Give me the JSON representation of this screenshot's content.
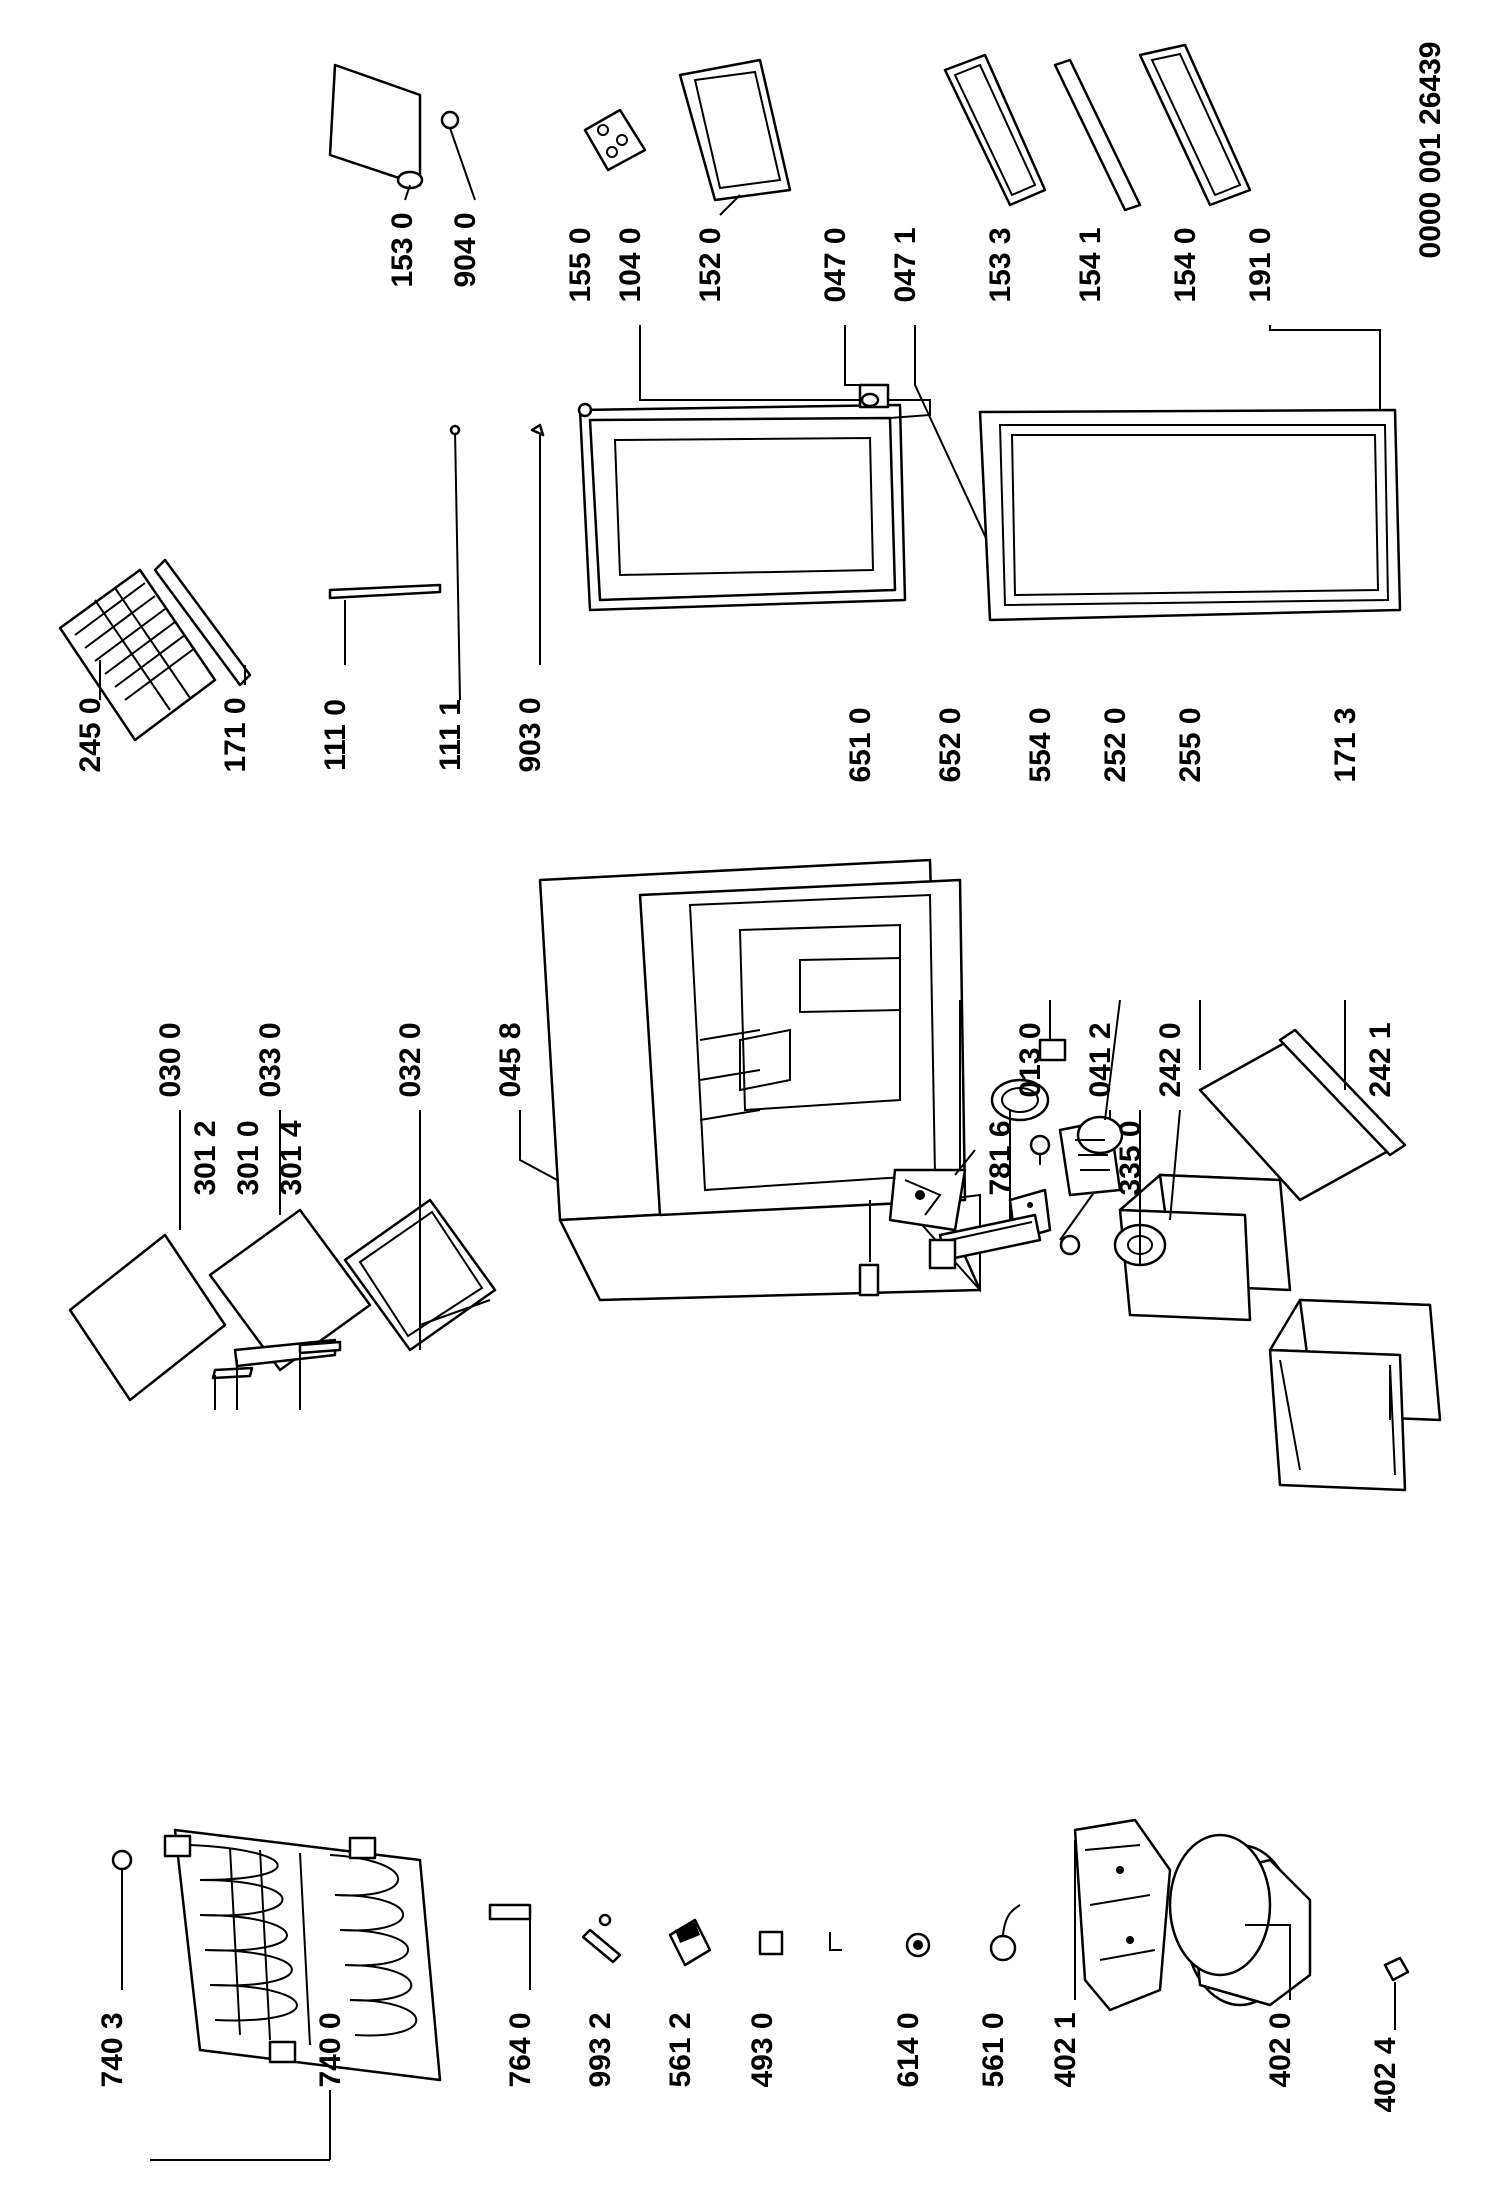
{
  "diagram_code": "0000 001 26439",
  "labels": {
    "l7403": "740 3",
    "l7400": "740 0",
    "l7640": "764 0",
    "l9932": "993 2",
    "l5612": "561 2",
    "l4930": "493 0",
    "l6140": "614 0",
    "l5610": "561 0",
    "l4021": "402 1",
    "l4020": "402 0",
    "l4024": "402 4",
    "l0300": "030 0",
    "l0330": "033 0",
    "l0320": "032 0",
    "l0458": "045 8",
    "l0130": "013 0",
    "l0412": "041 2",
    "l2420": "242 0",
    "l2421": "242 1",
    "l3012": "301 2",
    "l3010": "301 0",
    "l3014": "301 4",
    "l6510": "651 0",
    "l6520": "652 0",
    "l5540": "554 0",
    "l2520": "252 0",
    "l2550": "255 0",
    "l1713": "171 3",
    "l7816": "781 6",
    "l3350": "335 0",
    "l2450": "245 0",
    "l1710": "171 0",
    "l1110": "111 0",
    "l1111": "111 1",
    "l9030": "903 0",
    "l1530": "153 0",
    "l9040": "904 0",
    "l1550": "155 0",
    "l1040": "104 0",
    "l1520": "152 0",
    "l0470": "047 0",
    "l0471": "047 1",
    "l1533": "153 3",
    "l1541": "154 1",
    "l1540": "154 0",
    "l1910": "191 0"
  }
}
